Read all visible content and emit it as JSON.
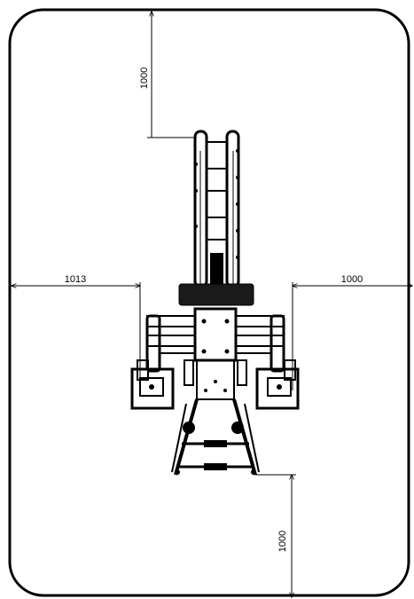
{
  "dimensions": {
    "top_clearance": "1000",
    "left_clearance": "1013",
    "right_clearance": "1000",
    "bottom_clearance": "1000"
  }
}
